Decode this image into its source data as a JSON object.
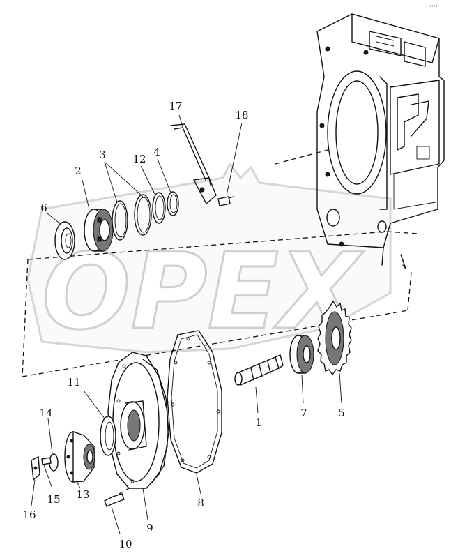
{
  "watermark": "OPEX",
  "corner_mark": "°° °°°°",
  "callouts": [
    {
      "id": "1",
      "text": "1"
    },
    {
      "id": "2",
      "text": "2"
    },
    {
      "id": "3",
      "text": "3"
    },
    {
      "id": "4",
      "text": "4"
    },
    {
      "id": "5",
      "text": "5"
    },
    {
      "id": "6",
      "text": "6"
    },
    {
      "id": "7",
      "text": "7"
    },
    {
      "id": "8",
      "text": "8"
    },
    {
      "id": "9",
      "text": "9"
    },
    {
      "id": "10",
      "text": "10"
    },
    {
      "id": "11",
      "text": "11"
    },
    {
      "id": "12",
      "text": "12"
    },
    {
      "id": "13",
      "text": "13"
    },
    {
      "id": "14",
      "text": "14"
    },
    {
      "id": "15",
      "text": "15"
    },
    {
      "id": "16",
      "text": "16"
    },
    {
      "id": "17",
      "text": "17"
    },
    {
      "id": "18",
      "text": "18"
    }
  ]
}
